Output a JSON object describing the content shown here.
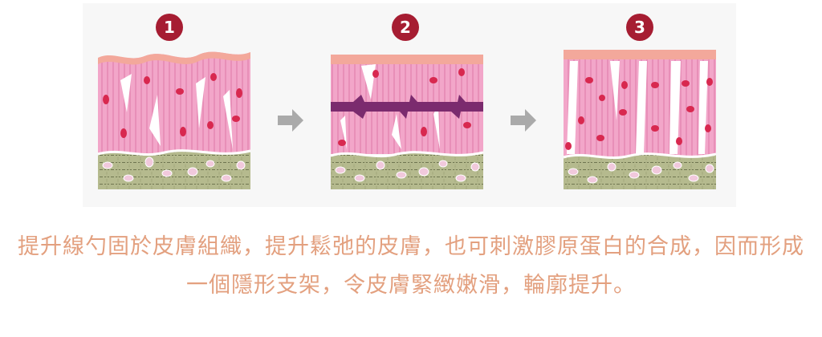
{
  "steps": [
    {
      "number": "1"
    },
    {
      "number": "2"
    },
    {
      "number": "3"
    }
  ],
  "colors": {
    "badge": "#a61d32",
    "skin_top": "#f3a89b",
    "dermis": "#f2a6c9",
    "dermis_stripe": "#e88fb8",
    "cell": "#d8284f",
    "subcutis": "#b5ba8e",
    "fat_cell": "#f1c9dc",
    "thread": "#7b2b6e",
    "arrow": "#aaaaaa",
    "caption": "#e3a07f"
  },
  "caption": {
    "line1": "提升線勺固於皮膚組織，提升鬆弛的皮膚，也可刺激膠原蛋白的合成，因而形成",
    "line2": "一個隱形支架，令皮膚緊緻嫩滑，輪廓提升。"
  }
}
